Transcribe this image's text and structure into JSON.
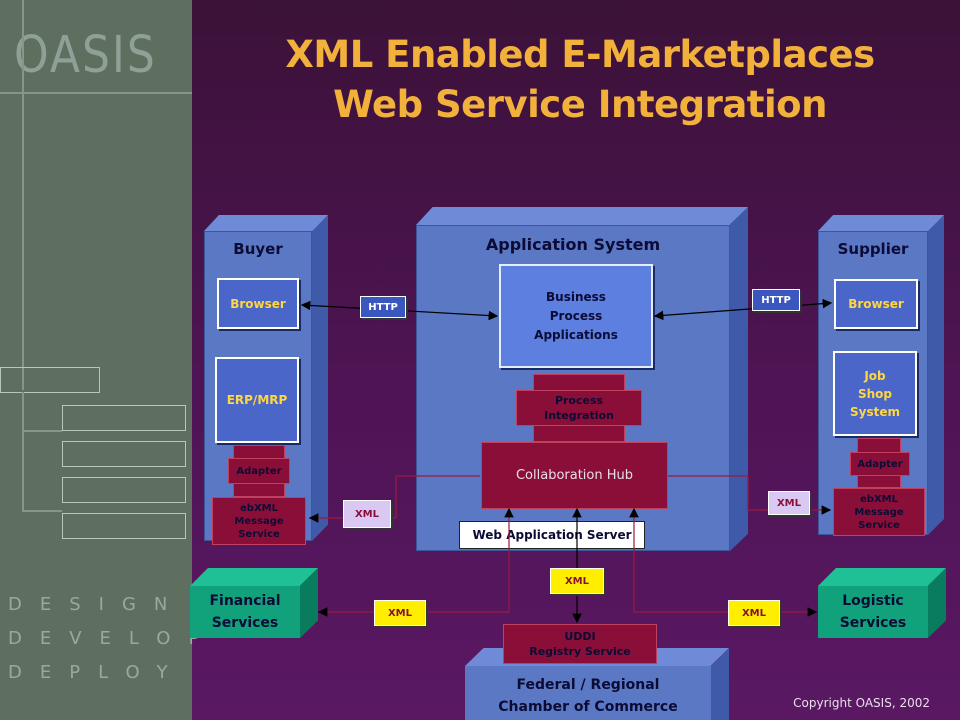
{
  "logo": "OASIS",
  "sidebar_words": [
    "DESIGN",
    "DEVELOP",
    "DEPLOY"
  ],
  "title_line1": "XML Enabled E-Marketplaces",
  "title_line2": "Web Service Integration",
  "buyer": {
    "label": "Buyer",
    "browser": "Browser",
    "erp": "ERP/MRP",
    "adapter": "Adapter",
    "ebxml": "ebXML\nMessage\nService"
  },
  "supplier": {
    "label": "Supplier",
    "browser": "Browser",
    "job_shop": "Job\nShop\nSystem",
    "adapter": "Adapter",
    "ebxml": "ebXML\nMessage\nService"
  },
  "app_system": {
    "label": "Application System",
    "bpa": "Business\nProcess\nApplications",
    "process_integration": "Process\nIntegration",
    "hub": "Collaboration Hub",
    "was": "Web Application Server"
  },
  "tags": {
    "http_left": "HTTP",
    "http_right": "HTTP",
    "xml_left": "XML",
    "xml_right": "XML",
    "xml_center": "XML",
    "xml_fin": "XML",
    "xml_log": "XML"
  },
  "uddi": "UDDI\nRegistry Service",
  "financial": "Financial\nServices",
  "logistic": "Logistic\nServices",
  "federal": "Federal / Regional\nChamber of Commerce",
  "copyright": "Copyright OASIS, 2002",
  "colors": {
    "title": "#f2b13a",
    "sidebar": "#5e6f60",
    "hub": "#8a0f38",
    "blue": "#5b78c4",
    "green": "#11a27c",
    "xml_tag": "#ffee00"
  }
}
